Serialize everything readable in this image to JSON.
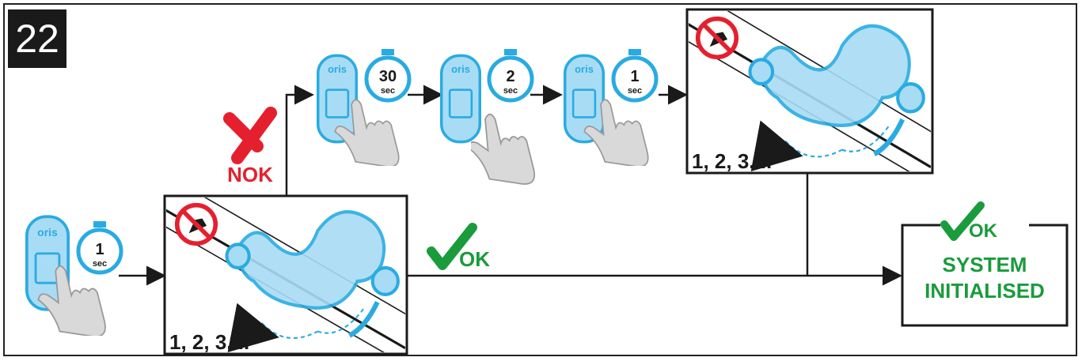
{
  "step_number": "22",
  "remote": {
    "brand": "oris",
    "sec_unit": "sec"
  },
  "sequence_main": {
    "first_timer": "1"
  },
  "sequence_nok": {
    "timers": [
      "30",
      "2",
      "1"
    ]
  },
  "labels": {
    "nok": "NOK",
    "ok": "OK",
    "count": "1, 2, 3....",
    "result_line1": "SYSTEM",
    "result_line2": "INITIALISED"
  },
  "colors": {
    "blue": "#29abe2",
    "blue_light": "#a8dcf5",
    "red": "#e5202e",
    "green": "#1a9b3c",
    "hand": "#d9d9d9",
    "dark": "#1a1a1a"
  }
}
